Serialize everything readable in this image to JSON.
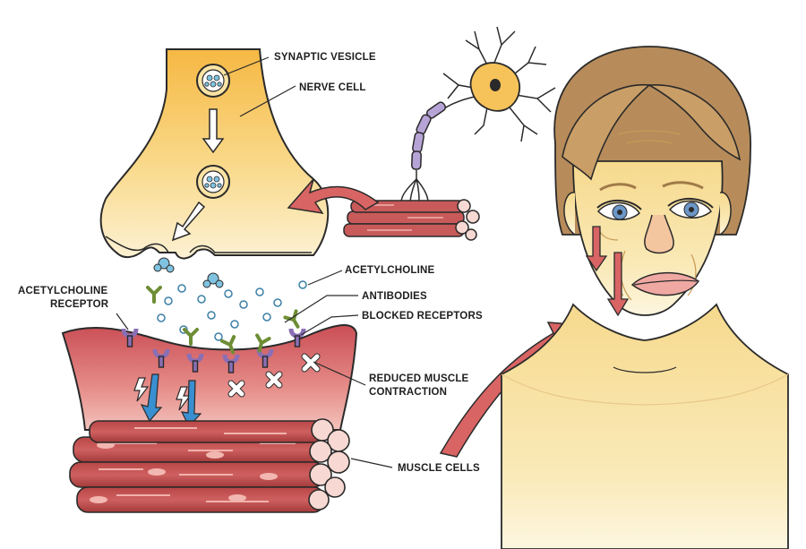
{
  "labels": {
    "synaptic_vesicle": "SYNAPTIC VESICLE",
    "nerve_cell": "NERVE CELL",
    "acetylcholine": "ACETYLCHOLINE",
    "antibodies": "ANTIBODIES",
    "blocked_receptors": "BLOCKED RECEPTORS",
    "ach_receptor_line1": "ACETYLCHOLINE",
    "ach_receptor_line2": "RECEPTOR",
    "reduced_line1": "REDUCED MUSCLE",
    "reduced_line2": "CONTRACTION",
    "muscle_cells": "MUSCLE CELLS"
  },
  "colors": {
    "nerve_fill": "#f6c25a",
    "nerve_light": "#fdf0cf",
    "muscle": "#c85a5a",
    "muscle_dark": "#8f3535",
    "muscle_pink": "#e0877f",
    "arrow_red": "#d96464",
    "arrow_blue": "#3a8fd0",
    "receptor_purple": "#8a6fb5",
    "antibody_green": "#8fb14e",
    "ach_dot": "#7fc3e0",
    "skin": "#f8e1a8",
    "hair": "#b78c5a",
    "outline": "#2a2a2a"
  }
}
